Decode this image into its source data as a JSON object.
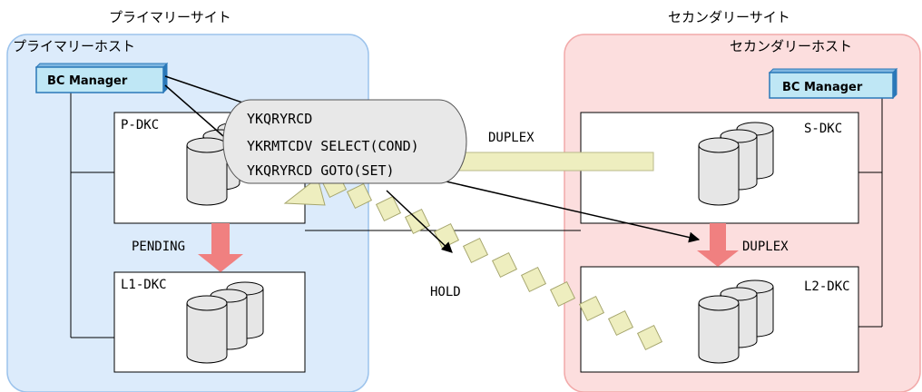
{
  "primary": {
    "site_label": "プライマリーサイト",
    "host_label": "プライマリーホスト",
    "bc_manager": "BC Manager",
    "p_dkc": "P-DKC",
    "l1_dkc": "L1-DKC",
    "pending": "PENDING"
  },
  "secondary": {
    "site_label": "セカンダリーサイト",
    "host_label": "セカンダリーホスト",
    "bc_manager": "BC Manager",
    "s_dkc": "S-DKC",
    "l2_dkc": "L2-DKC",
    "duplex_local": "DUPLEX"
  },
  "links": {
    "duplex": "DUPLEX",
    "hold": "HOLD"
  },
  "commands": [
    "YKQRYRCD",
    "YKRMTCDV SELECT(COND)",
    "YKQRYRCD GOTO(SET)"
  ],
  "colors": {
    "primary_area": "#dcebfb",
    "primary_border": "#9cc3ec",
    "secondary_area": "#fcdede",
    "secondary_border": "#f2a9a9",
    "bc_manager_fill": "#bfe7f5",
    "bc_manager_border": "#2a78b8",
    "red_arrow": "#f08080",
    "beige_arrow": "#eeeebf",
    "cylinder": "#e6e6e6",
    "command_bubble": "#e8e8e8"
  }
}
